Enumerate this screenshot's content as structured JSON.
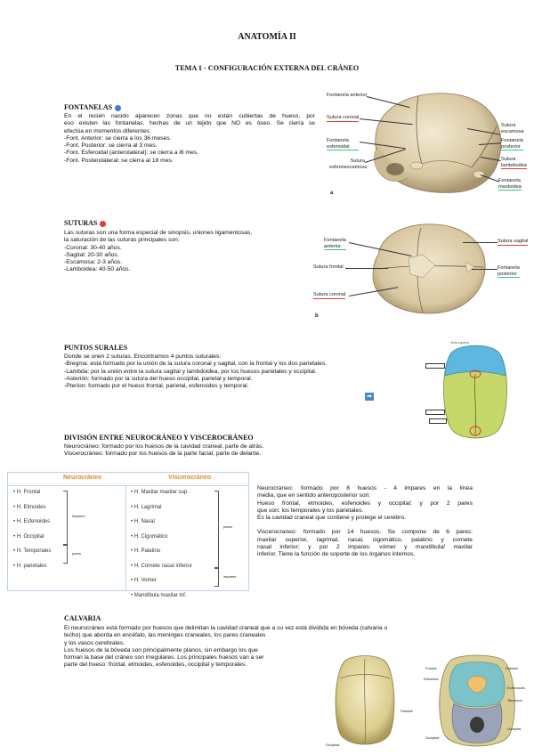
{
  "header": {
    "course": "ANATOMÍA II",
    "topic": "TEMA 1 - CONFIGURACIÓN EXTERNA DEL CRÁNEO"
  },
  "fontanelas": {
    "title": "FONTANELAS",
    "dot_color": "#3b7dd8",
    "lines": [
      "En el recién nacido aparecen zonas que no están cubiertas de hueso, por",
      "eso existen las fontanelas, hechas de un tejido que NO es óseo. Se cierra se",
      "efectúa en momentos diferentes:",
      "-Font. Anterior: se cierra a los 36 meses.",
      "-Font. Posterior: se cierra al 3 mes.",
      "-Font. Esferoidal (anterolateral): se cierra a l6 mes.",
      "-Font. Posterolateral: se cierra al 18 mes."
    ],
    "figure": {
      "labels": [
        "Fontanela anterior",
        "Sutura coronal",
        "Fontanela esfenoidal",
        "Sutura esfenoescamosa",
        "Sutura escamosa",
        "Fontanela posterior",
        "Sutura lambdoidea",
        "Fontanela mastoidea"
      ],
      "letter": "a"
    }
  },
  "suturas": {
    "title": "SUTURAS",
    "dot_color": "#e53935",
    "lines": [
      "Las suturas son una forma especial de sinopsis, uniones ligamentosas,",
      "la saturación de las suturas principales son:",
      "-Coronal: 30-40 años.",
      "-Sagital: 20-30 años.",
      "-Escamosa: 2-3 años.",
      "-Lamboidea: 40-50 años."
    ],
    "figure": {
      "labels": [
        "Fontanela anterior",
        "Sutura frontal",
        "Sutura coronal",
        "Sutura sagital",
        "Fontanela posterior"
      ],
      "letter": "b"
    }
  },
  "puntos": {
    "title": "PUNTOS SURALES",
    "lines": [
      "Donde se unen 2 suturas. Encontramos 4 puntos suturales:",
      "-Bregma: está formado por la unión de la sutura coronal y sagital, con la frontal y los dos parietales.",
      "-Lambda: por la unión entre la sutura sagital y lambdoidea, por los huesos parietales y occipital.",
      "-Asterión: formado por la sutura del hueso occipital, parietal y temporal.",
      "-Pterion: formado por el hueso frontal, parietal, esfenoides y temporal."
    ],
    "arrow_icon": "➡"
  },
  "division": {
    "title": "DIVISIÓN ENTRE NEUROCRÁNEO Y VISCEROCRÁNEO",
    "lines": [
      "Neurocráneo: formado por los huesos de la cavidad craneal, parte de atrás.",
      "Viscerocráneo: formado por los huesos de la parte facial, parte de delante."
    ],
    "table": {
      "col1": "Neurocráneo",
      "col2": "Viscerocráneo",
      "neuro": [
        "H. Frontal",
        "H. Etmoides",
        "H. Esfenoides",
        "H. Occipital",
        "H. Temporales",
        "H. parietales"
      ],
      "neuro_notes": [
        "Impares",
        "pares"
      ],
      "viscero": [
        "H. Maxilar maxilar sup.",
        "H. Lagrimal",
        "H. Nasal",
        "H. Cigomático",
        "H. Palatino",
        "H. Cornete nasal inferior",
        "H. Vomer",
        "Mandíbula maxilar inf."
      ],
      "viscero_notes": [
        "pares",
        "impares"
      ]
    },
    "side_lines": [
      "Neurocráneo: formado por 8 huesos - 4 impares en la línea",
      "media, que en sentido anteroposterior son:",
      "Hueso frontal, etmoides, esfenoides y occipital; y por 2 pares",
      "que son: los temporales y los parietales.",
      "Es la cavidad craneal que contiene y protege el cerebro.",
      "",
      "Viscerocraneo: formado por 14 huesos. Se compone de 6 pares:",
      "maxilar superior, lagrimal, nasal, cigomático, palatino y cornete",
      "nasal inferior; y por 2 impares: vómer y mandíbula/ maxilar",
      "inferior. Tiene la función de soporte de los órganos internos."
    ]
  },
  "calvaria": {
    "title": "CALVARIA",
    "lines": [
      "El neurocráneo está formado por huesos que delimitan la cavidad craneal que a su vez está dividida en bóveda (calvaria o",
      "techo) que aborda en encéfalo, las meninges craneales, los pares craneales",
      "y los vasos cerebrales.",
      "Los huesos de la bóveda son principalmente planos, sin embargo los que",
      "forman la base del cráneo son irregulares. Los principales huesos van a ser",
      "parte del hueso: frontal, etmoides, esfenoides, occipital y temporales."
    ]
  }
}
